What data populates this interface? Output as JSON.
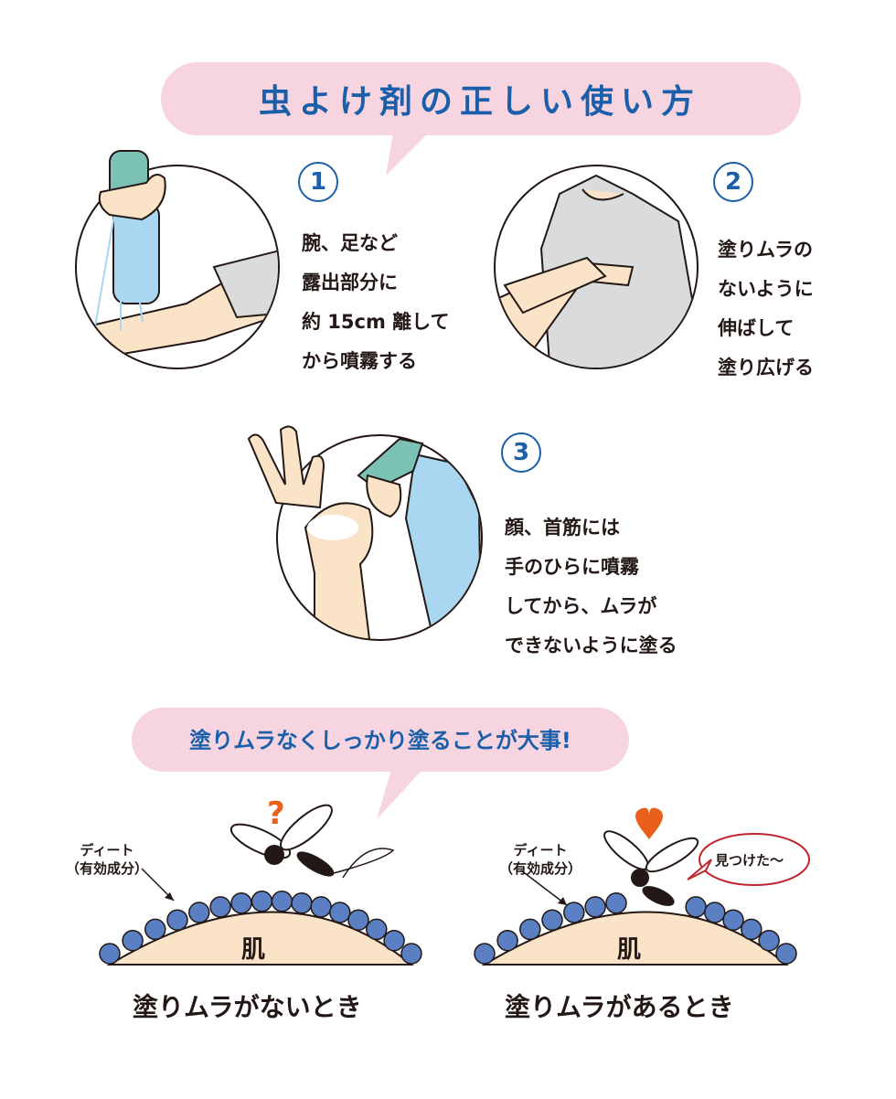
{
  "title": "虫よけ剤の正しい使い方",
  "steps": [
    {
      "number": "1",
      "text": "腕、足など\n露出部分に\n約 15cm 離して\nから噴霧する"
    },
    {
      "number": "2",
      "text": "塗りムラの\nないように\n伸ばして\n塗り広げる"
    },
    {
      "number": "3",
      "text": "顔、首筋には\n手のひらに噴霧\nしてから、ムラが\nできないように塗る"
    }
  ],
  "key_message": "塗りムラなくしっかり塗ることが大事!",
  "panels": [
    {
      "deet_label": "ディート\n（有効成分）",
      "skin_label": "肌",
      "caption": "塗りムラがないとき",
      "mark": "?"
    },
    {
      "deet_label": "ディート\n（有効成分）",
      "skin_label": "肌",
      "caption": "塗りムラがあるとき",
      "speech": "見つけた～"
    }
  ],
  "colors": {
    "accent_blue": "#1b5faa",
    "bubble_pink": "#f6d5e0",
    "skin": "#fbe3c7",
    "shirt_gray": "#d9dbdc",
    "bottle_blue": "#a9d6f0",
    "bottle_cap": "#7cc1b6",
    "deet_dot": "#5b7fc3",
    "mark_orange": "#e8601c",
    "speech_red": "#c0272d"
  }
}
